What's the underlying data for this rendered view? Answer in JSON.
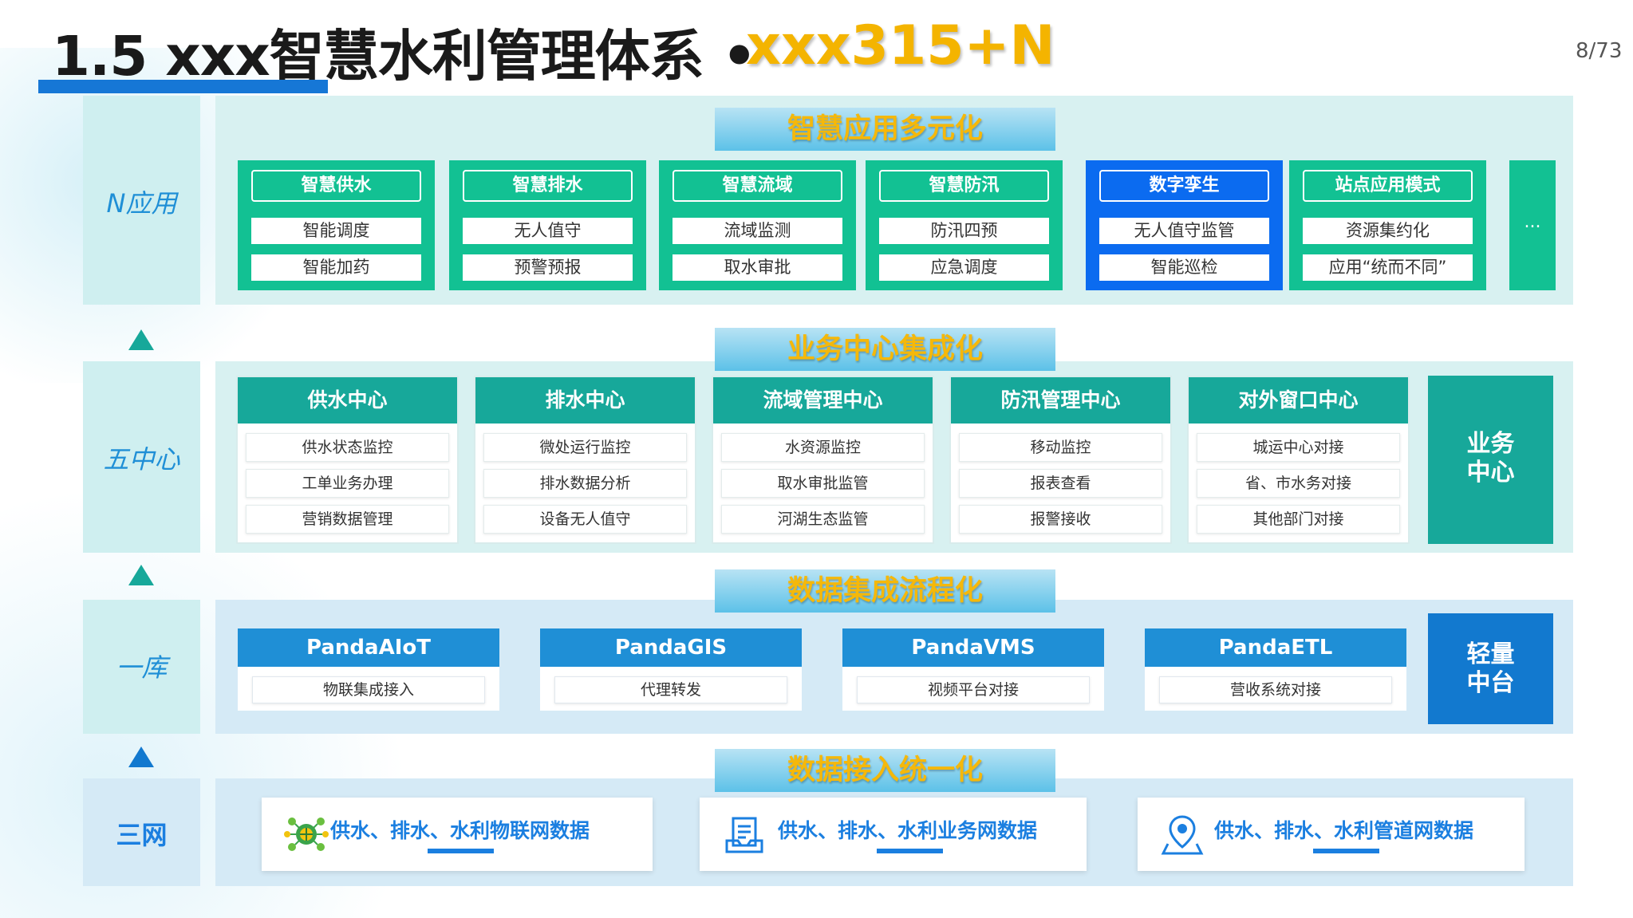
{
  "header": {
    "title": "1.5 xxx智慧水利管理体系 •",
    "accent": "xxx315+N",
    "page_number": "8/73"
  },
  "rows": {
    "n_app": {
      "label": "N应用",
      "section_title": "智慧应用多元化"
    },
    "five_centers": {
      "label": "五中心",
      "section_title": "业务中心集成化"
    },
    "one_library": {
      "label": "一库",
      "section_title": "数据集成流程化"
    },
    "three_networks": {
      "label": "三网",
      "section_title": "数据接入统一化"
    }
  },
  "apps": [
    {
      "title": "智慧供水",
      "items": [
        "智能调度",
        "智能加药"
      ],
      "color": "#12c193"
    },
    {
      "title": "智慧排水",
      "items": [
        "无人值守",
        "预警预报"
      ],
      "color": "#12c193"
    },
    {
      "title": "智慧流域",
      "items": [
        "流域监测",
        "取水审批"
      ],
      "color": "#12c193"
    },
    {
      "title": "智慧防汛",
      "items": [
        "防汛四预",
        "应急调度"
      ],
      "color": "#12c193"
    },
    {
      "title": "数字孪生",
      "items": [
        "无人值守监管",
        "智能巡检"
      ],
      "color": "#0b6bf0"
    },
    {
      "title": "站点应用模式",
      "items": [
        "资源集约化",
        "应用“统而不同”"
      ],
      "color": "#12c193"
    }
  ],
  "apps_more": "...",
  "centers": [
    {
      "title": "供水中心",
      "items": [
        "供水状态监控",
        "工单业务办理",
        "营销数据管理"
      ]
    },
    {
      "title": "排水中心",
      "items": [
        "微处运行监控",
        "排水数据分析",
        "设备无人值守"
      ]
    },
    {
      "title": "流域管理中心",
      "items": [
        "水资源监控",
        "取水审批监管",
        "河湖生态监管"
      ]
    },
    {
      "title": "防汛管理中心",
      "items": [
        "移动监控",
        "报表查看",
        "报警接收"
      ]
    },
    {
      "title": "对外窗口中心",
      "items": [
        "城运中心对接",
        "省、市水务对接",
        "其他部门对接"
      ]
    }
  ],
  "business_center": {
    "line1": "业务",
    "line2": "中心"
  },
  "libraries": [
    {
      "title": "PandaAIoT",
      "item": "物联集成接入"
    },
    {
      "title": "PandaGIS",
      "item": "代理转发"
    },
    {
      "title": "PandaVMS",
      "item": "视频平台对接"
    },
    {
      "title": "PandaETL",
      "item": "营收系统对接"
    }
  ],
  "middle_platform": {
    "line1": "轻量",
    "line2": "中台"
  },
  "networks": [
    {
      "text": "供水、排水、水利物联网数据",
      "icon": "iot-network-icon"
    },
    {
      "text": "供水、排水、水利业务网数据",
      "icon": "document-icon"
    },
    {
      "text": "供水、排水、水利管道网数据",
      "icon": "map-pin-icon"
    }
  ],
  "colors": {
    "accent_yellow": "#f4b400",
    "title_bar_blue": "#1677d6",
    "app_green": "#12c193",
    "app_blue": "#0b6bf0",
    "center_teal": "#17a89a",
    "library_blue": "#1f8fd6",
    "platform_blue": "#1279cf"
  }
}
